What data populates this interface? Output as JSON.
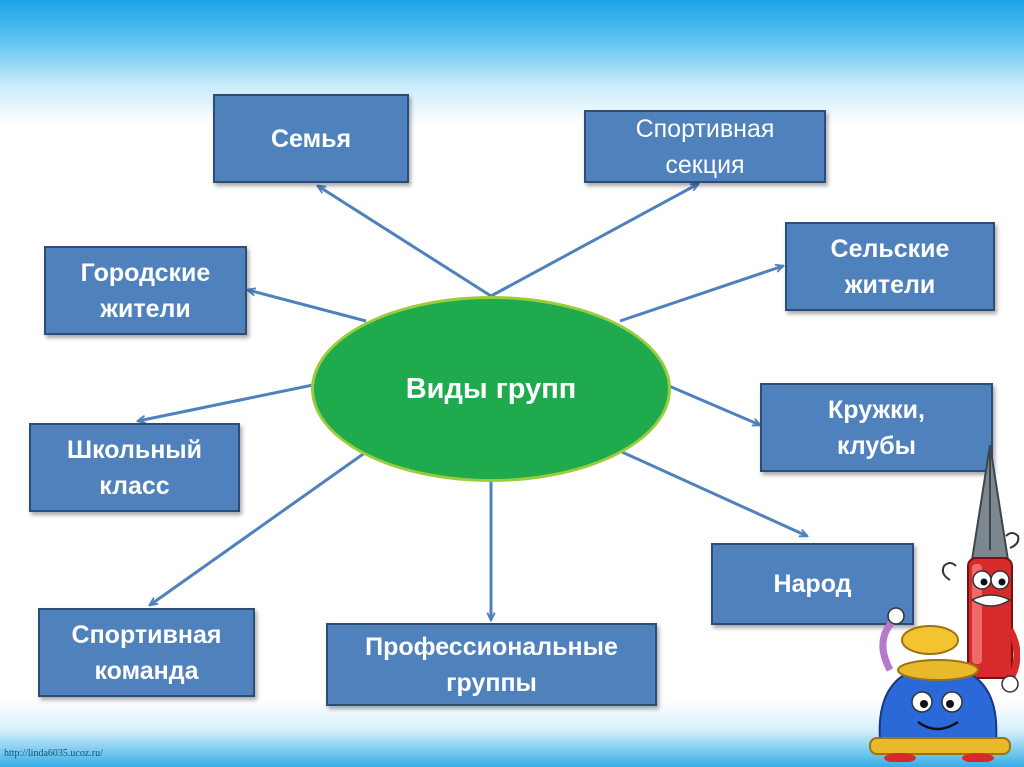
{
  "center": {
    "label": "Виды групп"
  },
  "groups": [
    {
      "id": "family",
      "lines": [
        "Семья"
      ]
    },
    {
      "id": "sport-section",
      "lines": [
        "Спортивная",
        "секция"
      ]
    },
    {
      "id": "city-residents",
      "lines": [
        "Городские",
        "жители"
      ]
    },
    {
      "id": "rural-residents",
      "lines": [
        "Сельские",
        "жители"
      ]
    },
    {
      "id": "school-class",
      "lines": [
        "Школьный",
        "класс"
      ]
    },
    {
      "id": "clubs",
      "lines": [
        "Кружки,",
        "клубы"
      ]
    },
    {
      "id": "nation",
      "lines": [
        "Народ"
      ]
    },
    {
      "id": "sport-team",
      "lines": [
        "Спортивная",
        "команда"
      ]
    },
    {
      "id": "professional-groups",
      "lines": [
        "Профессиональные",
        "группы"
      ]
    }
  ],
  "footer": {
    "url": "http://linda6035.ucoz.ru/"
  },
  "colors": {
    "box_fill": "#4f81bd",
    "box_border": "#2c4d75",
    "ellipse_fill": "#1faa4d",
    "ellipse_border": "#9acc3c",
    "arrow": "#4f81bd"
  },
  "decorations": {
    "mascot": "pen-and-inkwell-cartoon-icon"
  }
}
